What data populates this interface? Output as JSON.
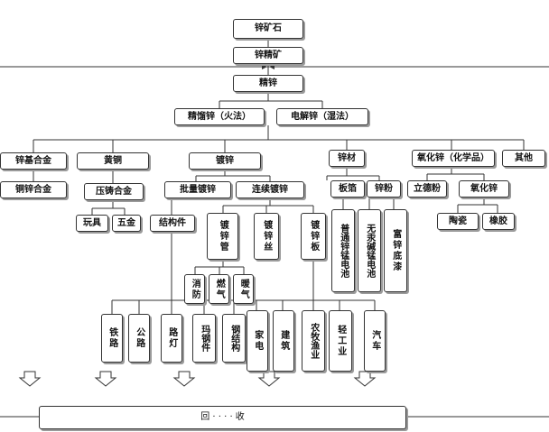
{
  "nodes": {
    "ore": "锌矿石",
    "concentrate": "锌精矿",
    "refined": "精锌",
    "pyro": "精馏锌（火法）",
    "electro": "电解锌（湿法）",
    "zinc_alloy": "锌基合金",
    "cu_zn_alloy": "铜锌合金",
    "brass": "黄铜",
    "die_cast": "压铸合金",
    "toys": "玩具",
    "hardware": "五金",
    "galvanizing": "镀锌",
    "batch_galv": "批量镀锌",
    "structural": "结构件",
    "continuous_galv": "连续镀锌",
    "galv_pipe": "镀锌管",
    "galv_wire": "镀锌丝",
    "galv_sheet": "镀锌板",
    "fire": "消防",
    "gas": "燃气",
    "heating": "暖气",
    "zinc_material": "锌材",
    "zinc_foil": "板箔",
    "zinc_powder": "锌粉",
    "zn_mn_battery": "普通锌锰电池",
    "mercury_free": "无汞碱锰电池",
    "zinc_rich": "富锌底漆",
    "zinc_oxide": "氧化锌（化学品）",
    "lithopone": "立德粉",
    "zno": "氧化锌",
    "ceramics": "陶瓷",
    "rubber": "橡胶",
    "other": "其他",
    "railway": "铁路",
    "highway": "公路",
    "street_light": "路灯",
    "tower": "玛钢件",
    "steel_structure": "钢结构",
    "appliances": "家电",
    "construction": "建筑",
    "agriculture": "农牧渔业",
    "light_industry": "轻工业",
    "auto": "汽车",
    "recycle": "回 · · · · 收"
  },
  "line_color": "#333333",
  "shadow_color": "#9a9a9a"
}
